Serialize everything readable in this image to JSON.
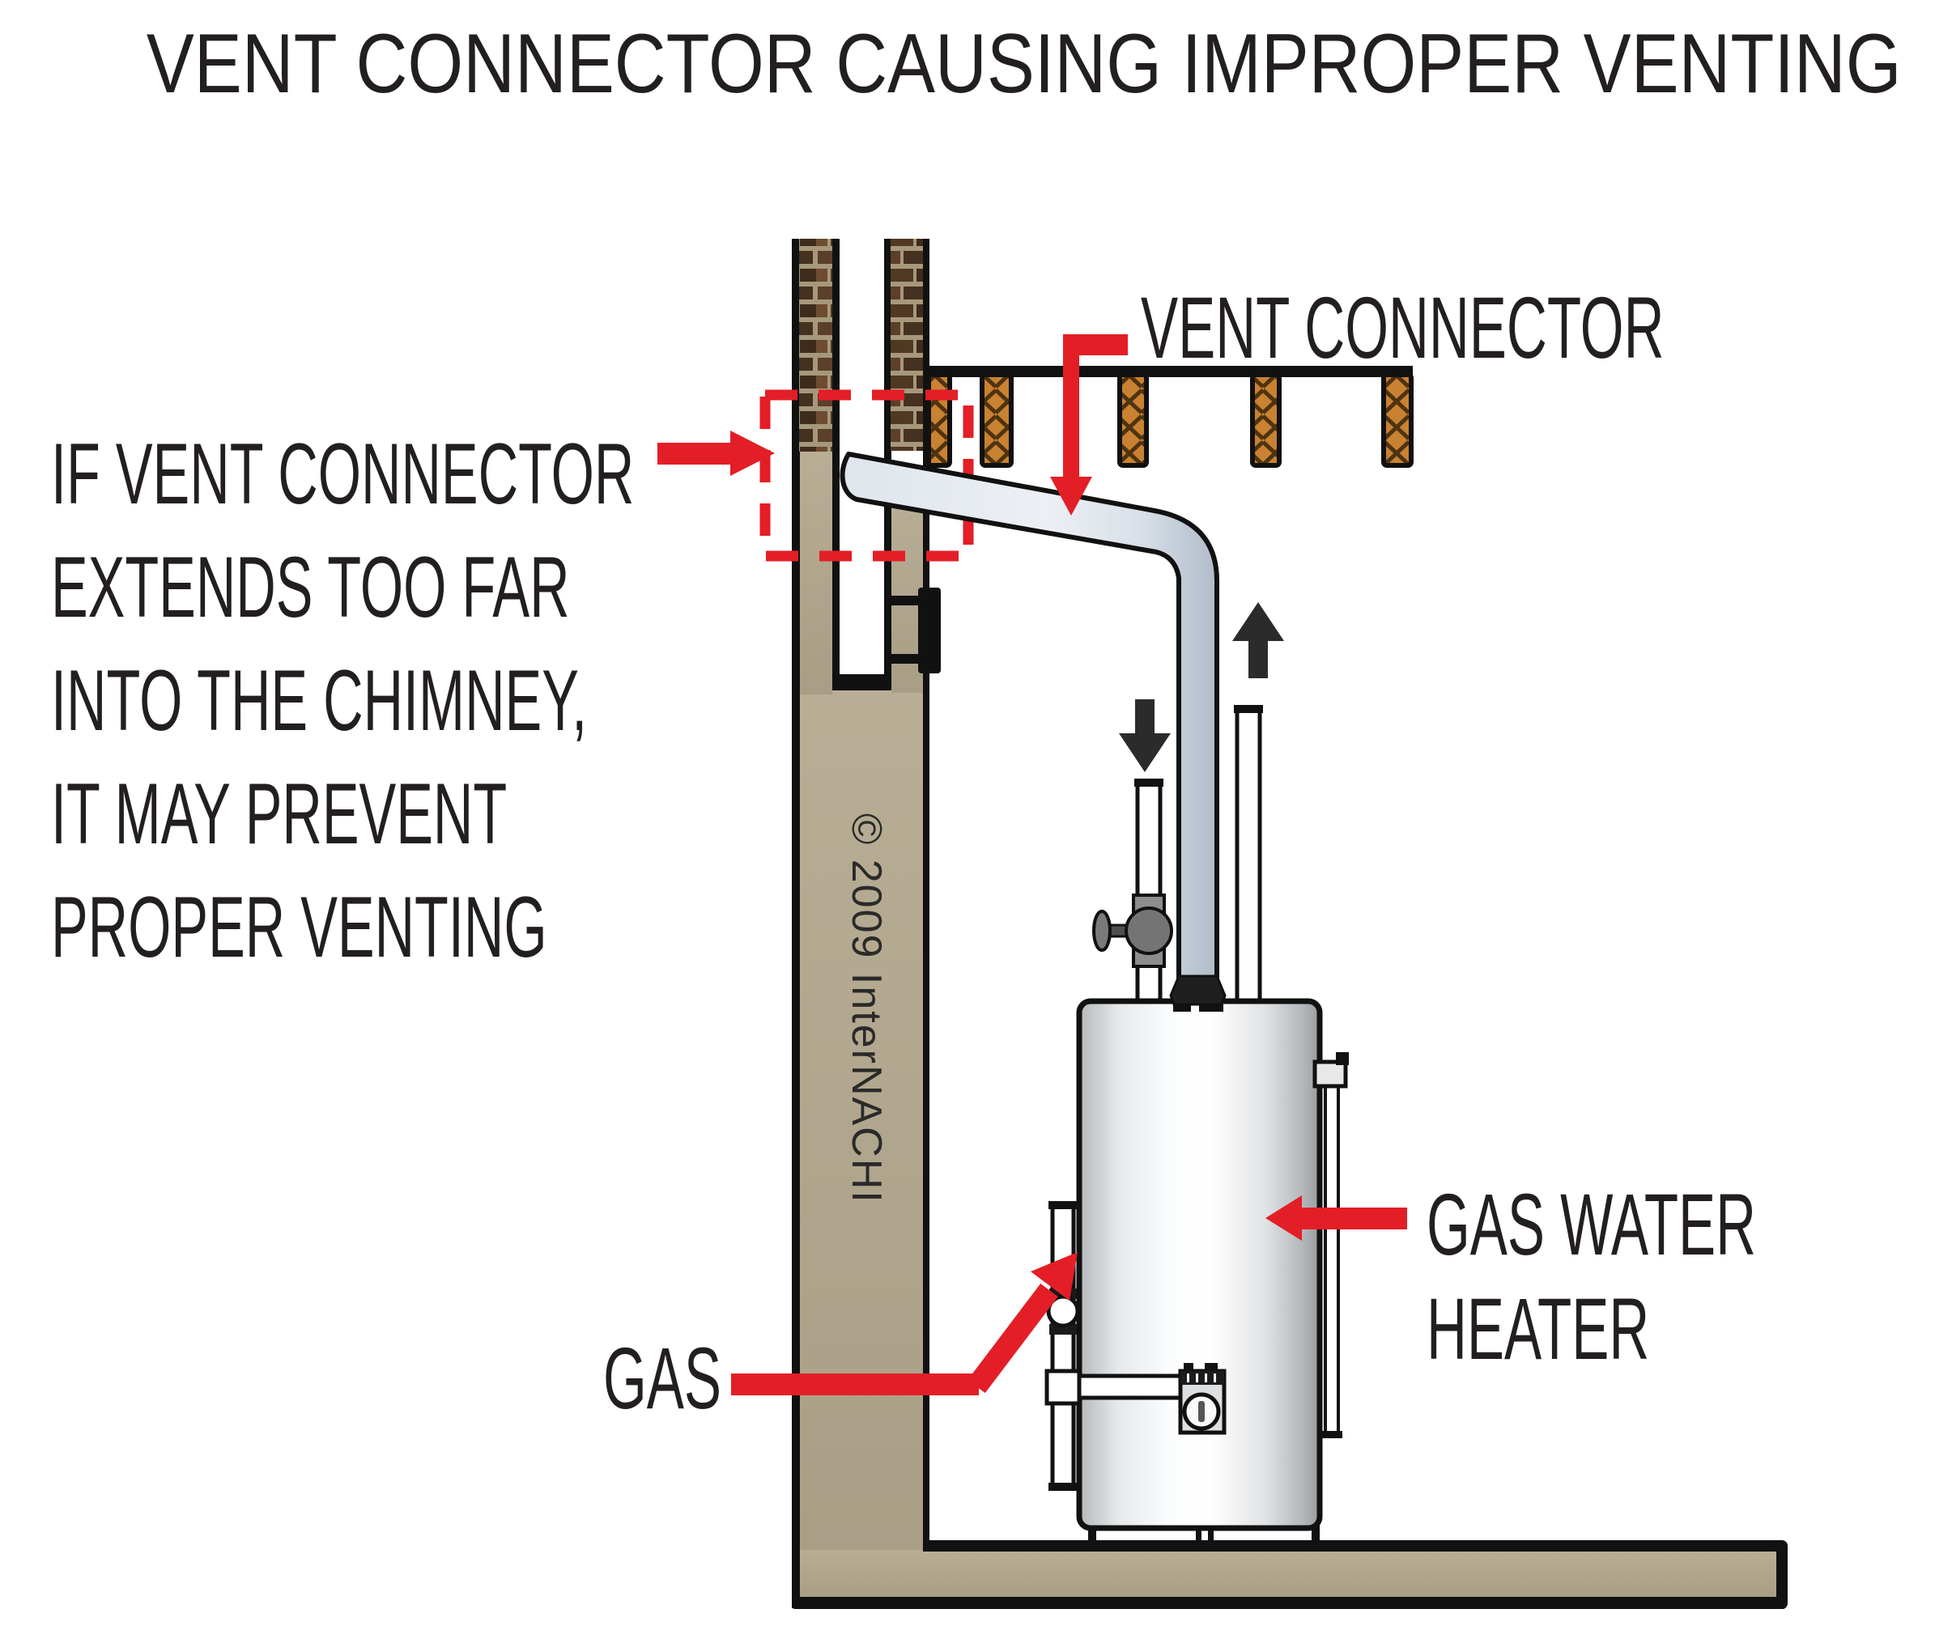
{
  "title": "VENT CONNECTOR CAUSING IMPROPER VENTING",
  "note": {
    "lines": [
      "IF VENT CONNECTOR",
      "EXTENDS TOO FAR",
      "INTO THE CHIMNEY,",
      "IT MAY PREVENT",
      "PROPER VENTING"
    ]
  },
  "labels": {
    "vent_connector": "VENT CONNECTOR",
    "gas": "GAS",
    "gas_water_heater_line1": "GAS WATER",
    "gas_water_heater_line2": "HEATER"
  },
  "copyright": "© 2009 InterNACHI",
  "icons": {
    "note_pointer": "red-right-arrow",
    "vent_connector_pointer": "red-down-arrow",
    "gas_pointer": "red-diagonal-arrow",
    "gas_water_heater_pointer": "red-left-arrow",
    "flow_up": "black-up-arrow",
    "flow_down": "black-down-arrow",
    "highlight": "red-dashed-box"
  },
  "colors": {
    "annotation_red": "#e31e26",
    "ink": "#231f20",
    "concrete": "#b3a88e",
    "brick_mortar": "#a6987b",
    "joist_wood": "#c98231",
    "vent_pipe": "#dfe5ec",
    "tank_shadow": "#9a9ea2"
  }
}
